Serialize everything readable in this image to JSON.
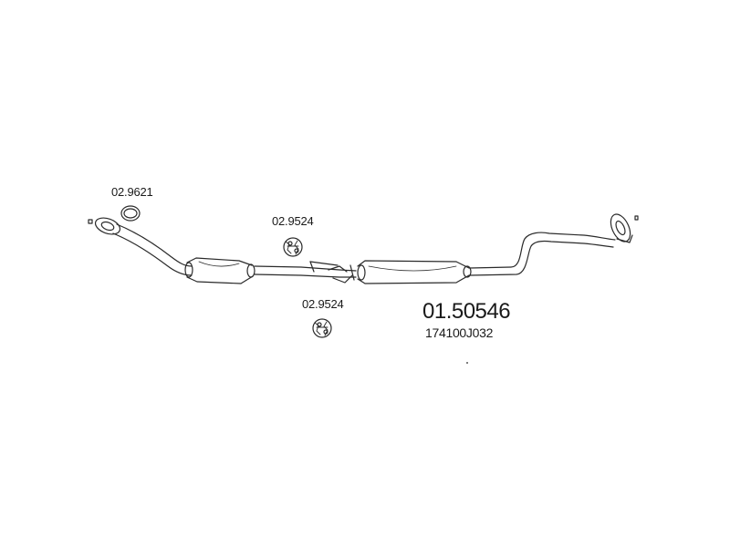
{
  "diagram": {
    "part_number": "01.50546",
    "oem_number": "174100J032",
    "components": [
      {
        "code": "02.9621"
      },
      {
        "code": "02.9524"
      },
      {
        "code": "02.9524"
      }
    ],
    "colors": {
      "line": "#2a2a2a",
      "fill": "#ffffff",
      "text": "#1a1a1a"
    }
  }
}
